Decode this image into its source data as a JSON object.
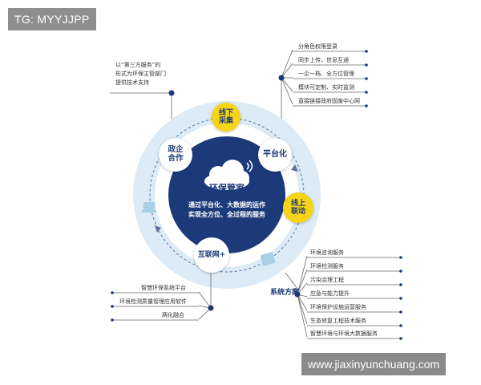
{
  "watermark_top": "TG: MYYJJPP",
  "watermark_bottom": "www.jiaxinyunchuang.com",
  "center": {
    "title": "环保管家",
    "line1": "通过平台化、大数据的运作",
    "line2": "实现全方位、全过程的服务"
  },
  "nodes": {
    "offline": [
      "线下",
      "采集"
    ],
    "platform": "平台化",
    "online": [
      "线上",
      "联动"
    ],
    "internet": "互联网+",
    "gov": [
      "政企",
      "合作"
    ]
  },
  "top_left_note": [
    "以“第三方服务”的",
    "形式为环保主管部门",
    "提供技术支持"
  ],
  "top_right_items": [
    "分角色权限登录",
    "同步上传、信息互通",
    "一企一档、全方位管理",
    "模块可定制、实时监测",
    "直接链接政府固废中心网"
  ],
  "bottom_left_items": [
    "智慧环保系统平台",
    "环境检测质量管理应用软件",
    "两化融合"
  ],
  "system_label": "系统方案",
  "bottom_right_items": [
    "环境咨询服务",
    "环境检测服务",
    "污染治理工程",
    "应急与能力提升",
    "环境保护设施运营服务",
    "生态修复工程技术服务",
    "智慧环境与环境大数据服务"
  ],
  "colors": {
    "dark_blue": "#1c3a7a",
    "light_ring": "#dcebf5",
    "yellow": "#f5d515",
    "line": "#666666"
  }
}
